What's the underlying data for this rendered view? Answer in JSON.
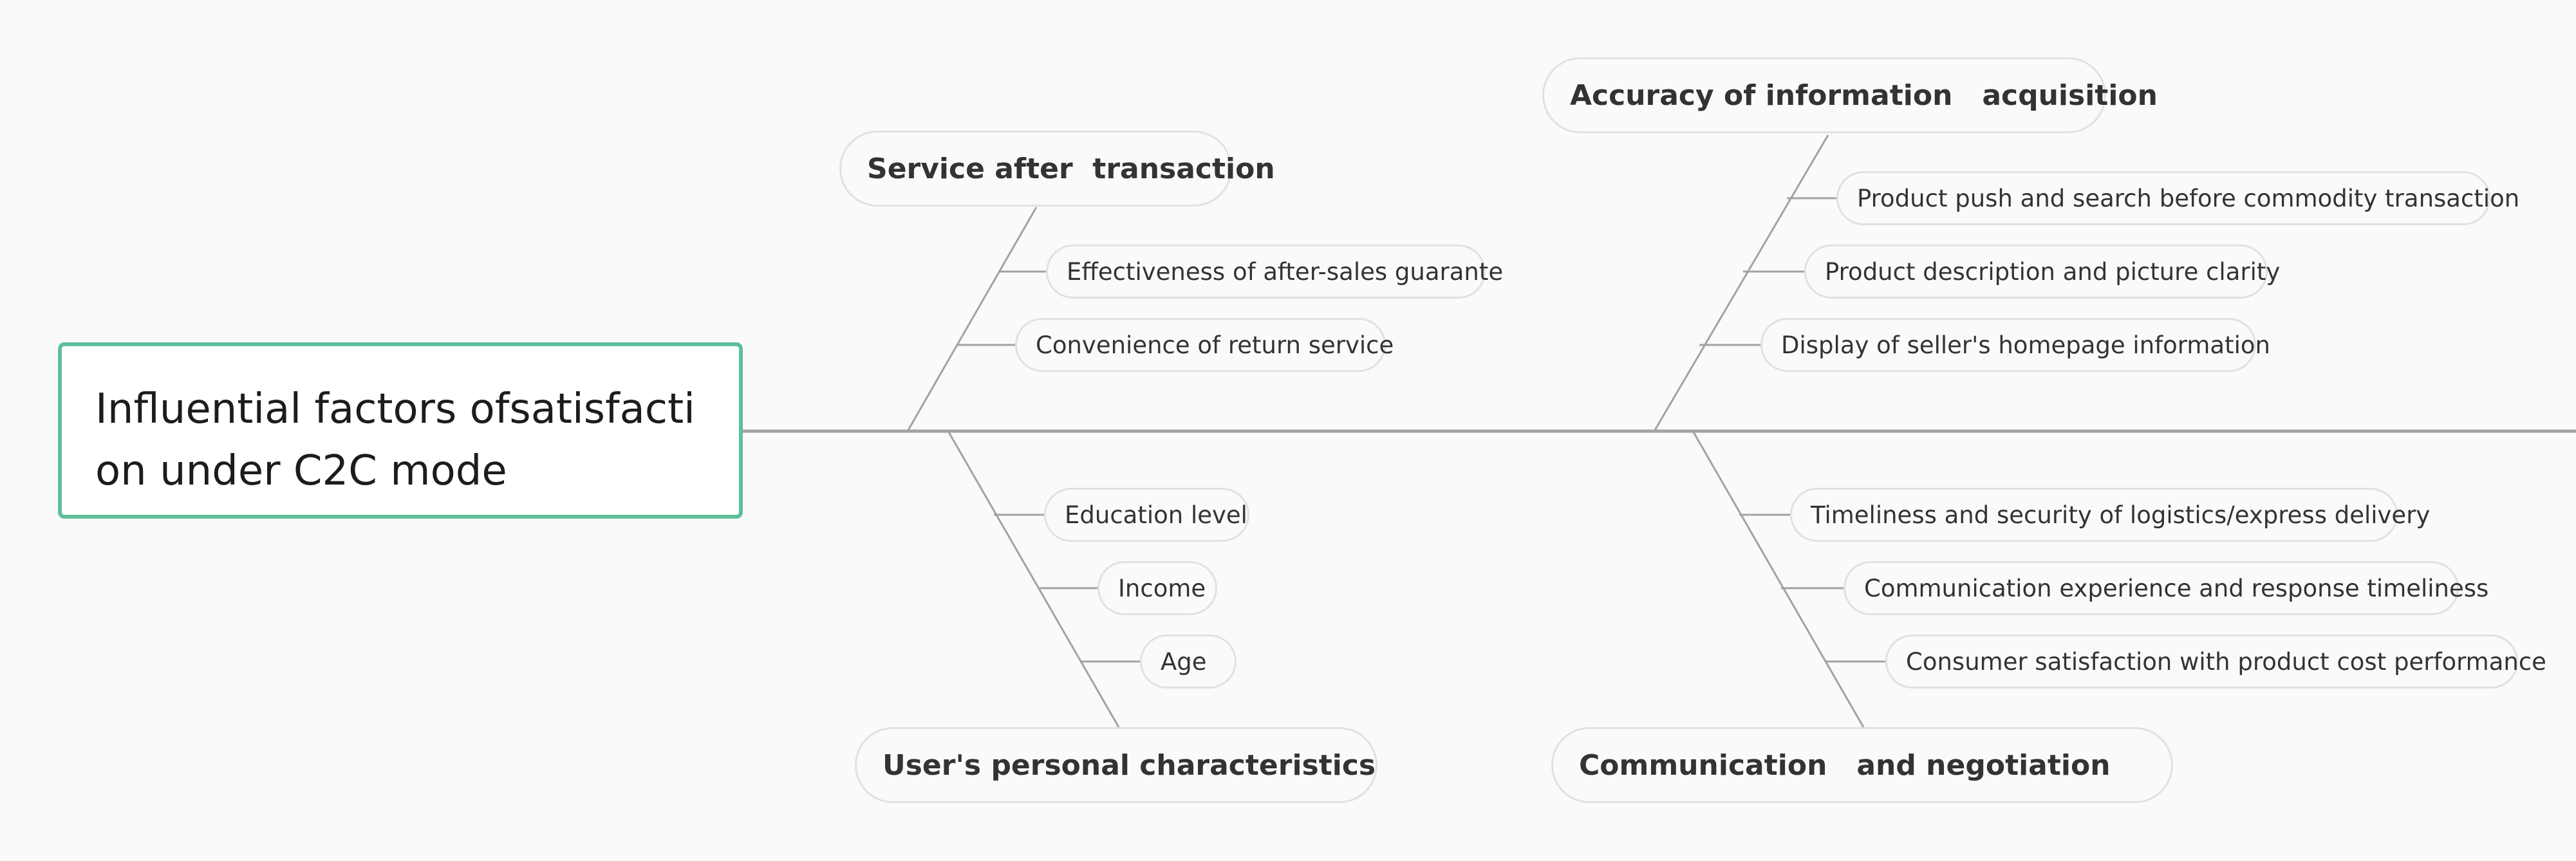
{
  "head": {
    "text": "Influential factors ofsatisfaction under C2C mode"
  },
  "categories": {
    "service": {
      "label": "Service after  transaction",
      "causes": [
        "Effectiveness of after-sales guarante",
        "Convenience of return service"
      ]
    },
    "accuracy": {
      "label": "Accuracy of information   acquisition",
      "causes": [
        "Product push and search before commodity transaction",
        "Product description and picture clarity",
        "Display of seller's homepage information"
      ]
    },
    "personal": {
      "label": "User's personal characteristics",
      "causes": [
        "Education level",
        "Income",
        "Age"
      ]
    },
    "communication": {
      "label": "Communication   and negotiation",
      "causes": [
        "Timeliness and security of logistics/express delivery",
        "Communication experience and response timeliness",
        "Consumer satisfaction with product cost performance"
      ]
    }
  },
  "colors": {
    "head_border": "#5fbf98",
    "lines": "#a3a3a3",
    "pill_border": "#e1e1e1",
    "text": "#333333"
  }
}
